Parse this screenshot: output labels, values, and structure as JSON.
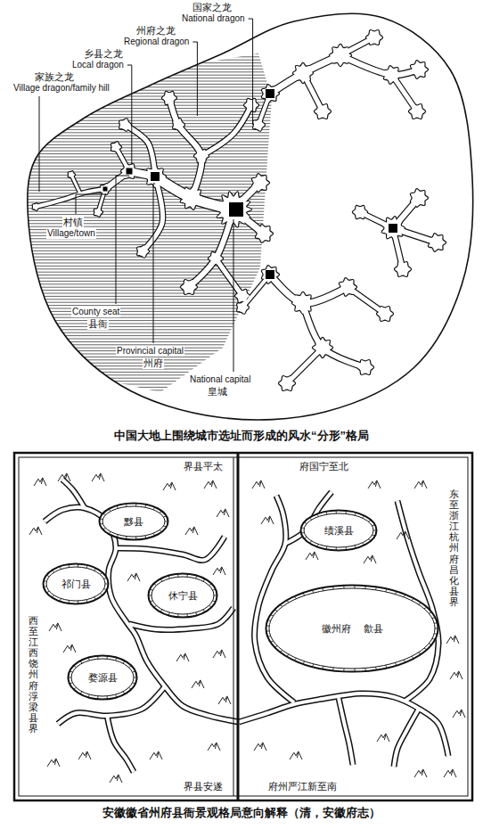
{
  "diagram": {
    "caption": "安徽徽省州府县衙景观格局意向解释（清，安徽府志）",
    "nodes": [
      {
        "text": [
          "黟县"
        ]
      },
      {
        "text": [
          "祁门县"
        ]
      },
      {
        "text": [
          "休宁县"
        ]
      },
      {
        "text": [
          "婺源县"
        ]
      },
      {
        "text": [
          "绩溪县"
        ]
      },
      {
        "text": [
          "徽州府",
          "歙县"
        ]
      }
    ],
    "labels": [
      "国家之龙",
      "National dragon",
      "州府之龙",
      "Regional dragon",
      "乡县之龙",
      "Local dragon",
      "家族之龙",
      "Village dragon/family hill",
      "村镇",
      "Village/town",
      "County seat",
      "县衙",
      "Provincial capital",
      "州府",
      "National capital",
      "皇城",
      "中国大地上围绕城市选址而形成的风水“分形”格局",
      "界县平太",
      "府国宁至北",
      "西至江西饶州府浮梁县界",
      "东至浙江杭州府昌化县界",
      "界县安遂",
      "府州严江新至南"
    ]
  }
}
